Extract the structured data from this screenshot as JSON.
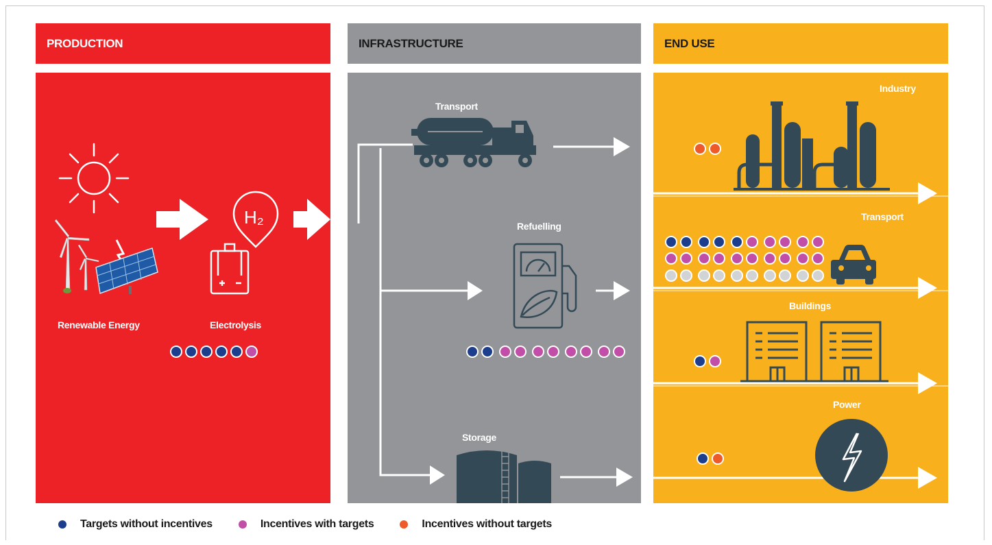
{
  "headers": {
    "production": "PRODUCTION",
    "infrastructure": "INFRASTRUCTURE",
    "end_use": "END USE"
  },
  "production": {
    "renewable_label": "Renewable Energy",
    "electrolysis_label": "Electrolysis",
    "h2_label": "H₂",
    "electrolysis_dots": [
      "blue",
      "blue",
      "blue",
      "blue",
      "blue",
      "pink"
    ]
  },
  "infrastructure": {
    "transport_label": "Transport",
    "refuelling_label": "Refuelling",
    "storage_label": "Storage",
    "refuelling_dots": [
      "blue",
      "blue",
      "pink",
      "pink",
      "pink",
      "pink",
      "pink",
      "pink",
      "pink",
      "pink"
    ]
  },
  "end_use": {
    "industry_label": "Industry",
    "industry_dots": [
      "orange",
      "orange"
    ],
    "transport_label": "Transport",
    "transport_dots_row1": [
      "blue",
      "blue",
      "blue",
      "blue",
      "blue",
      "pink",
      "pink",
      "pink",
      "pink",
      "pink"
    ],
    "transport_dots_row2": [
      "pink",
      "pink",
      "pink",
      "pink",
      "pink",
      "pink",
      "pink",
      "pink",
      "pink",
      "pink"
    ],
    "transport_dots_row3": [
      "grey",
      "grey",
      "grey",
      "grey",
      "grey",
      "grey",
      "grey",
      "grey",
      "grey",
      "grey"
    ],
    "buildings_label": "Buildings",
    "buildings_dots": [
      "blue",
      "pink"
    ],
    "power_label": "Power",
    "power_dots": [
      "blue",
      "orange"
    ]
  },
  "legend": [
    {
      "color": "blue",
      "label": "Targets without incentives"
    },
    {
      "color": "pink",
      "label": "Incentives with targets"
    },
    {
      "color": "orange",
      "label": "Incentives without targets"
    }
  ],
  "colors": {
    "red": "#ec2227",
    "grey": "#939598",
    "yellow": "#f9b01d",
    "dark": "#334a56",
    "blue": "#1d3e8c",
    "pink": "#c14fa7",
    "orange": "#ee5a28",
    "light_grey": "#d1d3d4"
  }
}
